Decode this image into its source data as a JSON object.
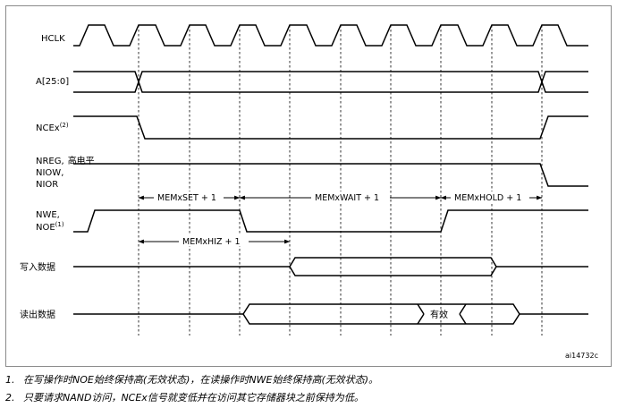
{
  "signals": {
    "hclk": "HCLK",
    "addr": "A[25:0]",
    "ncex": "NCEx",
    "ncex_sup": "(2)",
    "nreg_1": "NREG,",
    "nreg_level": "高电平",
    "niow": "NIOW,",
    "nior": "NIOR",
    "nwe": "NWE,",
    "noe": "NOE",
    "noe_sup": "(1)",
    "write_data": "写入数据",
    "read_data": "读出数据"
  },
  "annotations": {
    "memxset": "MEMxSET + 1",
    "memxwait": "MEMxWAIT + 1",
    "memxhold": "MEMxHOLD + 1",
    "memxhiz": "MEMxHIZ + 1",
    "valid": "有效"
  },
  "figure_id": "ai14732c",
  "footnotes": [
    {
      "num": "1.",
      "text": "在写操作时NOE始终保持高(无效状态)，在读操作时NWE始终保持高(无效状态)。"
    },
    {
      "num": "2.",
      "text": "只要请求NAND访问，NCEx信号就变低并在访问其它存储器块之前保持为低。"
    }
  ]
}
